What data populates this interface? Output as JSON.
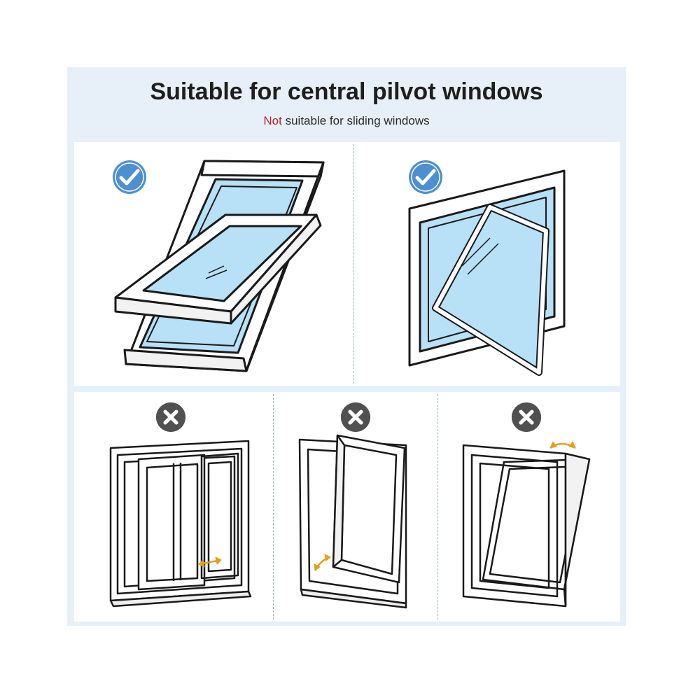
{
  "header": {
    "title": "Suitable for central pilvot windows",
    "subtitle_neg": "Not",
    "subtitle_rest": " suitable for sliding windows"
  },
  "colors": {
    "background": "#e7f0f9",
    "card": "#ffffff",
    "check_badge": "#4f8fcf",
    "cross_badge": "#505050",
    "glass": "#b8e0f7",
    "arrow": "#e0a020",
    "negation_text": "#b02a2a"
  },
  "suitable": [
    {
      "name": "roof-pivot-window",
      "status_icon": "check-badge-icon"
    },
    {
      "name": "center-pivot-window",
      "status_icon": "check-badge-icon"
    }
  ],
  "unsuitable": [
    {
      "name": "sliding-window",
      "status_icon": "cross-badge-icon"
    },
    {
      "name": "casement-window",
      "status_icon": "cross-badge-icon"
    },
    {
      "name": "tilt-window",
      "status_icon": "cross-badge-icon"
    }
  ]
}
